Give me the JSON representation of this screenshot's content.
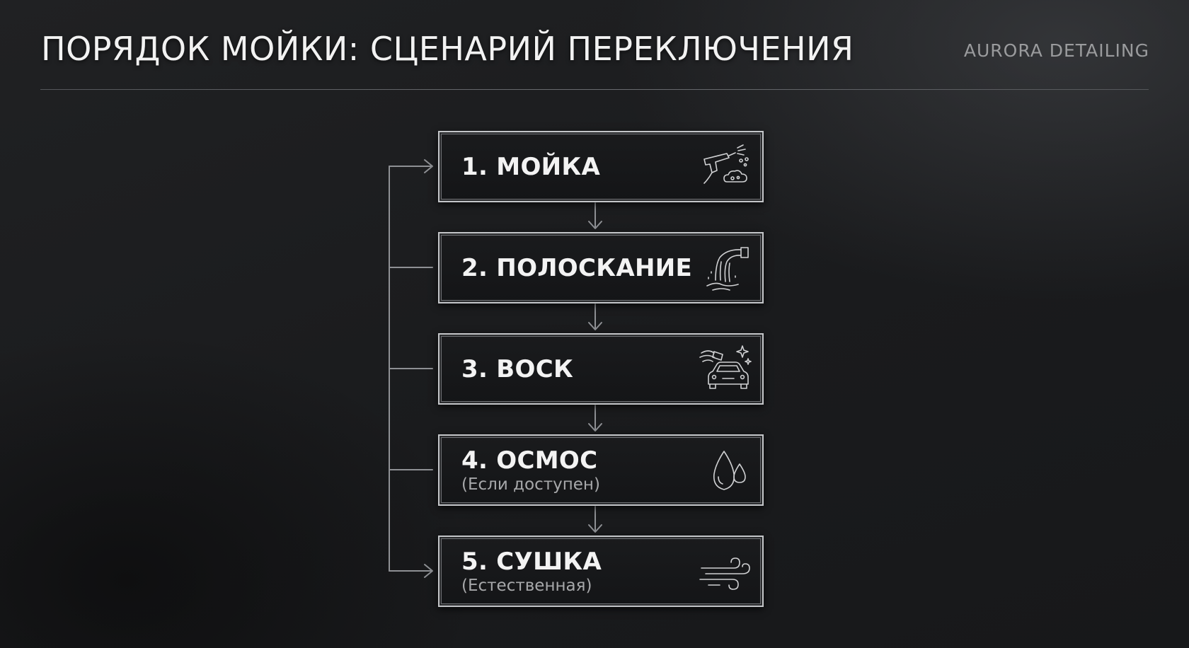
{
  "header": {
    "title": "ПОРЯДОК МОЙКИ: СЦЕНАРИЙ ПЕРЕКЛЮЧЕНИЯ",
    "brand": "AURORA DETAILING"
  },
  "steps": [
    {
      "label": "1. МОЙКА",
      "sub": "",
      "icon": "pressure-washer-foam-icon"
    },
    {
      "label": "2. ПОЛОСКАНИЕ",
      "sub": "",
      "icon": "water-tap-flow-icon"
    },
    {
      "label": "3. ВОСК",
      "sub": "",
      "icon": "car-polish-sparkle-icon"
    },
    {
      "label": "4. ОСМОС",
      "sub": "(Если доступен)",
      "icon": "water-drops-icon"
    },
    {
      "label": "5. СУШКА",
      "sub": "(Естественная)",
      "icon": "wind-icon"
    }
  ],
  "colors": {
    "frame": "#c4c6c9",
    "text": "#f3f3f3",
    "subtext": "#a7a8aa",
    "connector": "#8e9094"
  }
}
